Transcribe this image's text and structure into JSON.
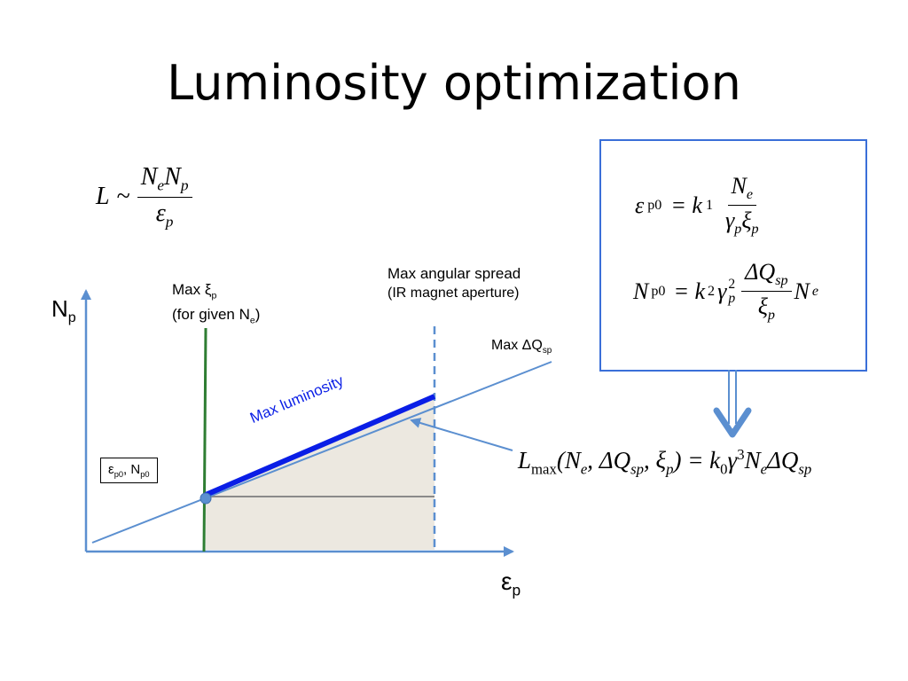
{
  "title": "Luminosity optimization",
  "formula_L": {
    "lhs": "L",
    "op": "~",
    "num_a": "N",
    "num_a_sub": "e",
    "num_b": "N",
    "num_b_sub": "p",
    "den": "ε",
    "den_sub": "p"
  },
  "box": {
    "eq1": {
      "lhs": "ε",
      "lhs_sub": "p0",
      "eq": "= k",
      "k_sub": "1",
      "num": "N",
      "num_sub": "e",
      "den_a": "γ",
      "den_a_sub": "p",
      "den_b": "ξ",
      "den_b_sub": "p"
    },
    "eq2": {
      "lhs": "N",
      "lhs_sub": "p0",
      "eq": "= k",
      "k_sub": "2",
      "gamma": "γ",
      "gamma_sup": "2",
      "gamma_sub": "p",
      "num": "ΔQ",
      "num_sub": "sp",
      "den": "ξ",
      "den_sub": "p",
      "tail": "N",
      "tail_sub": "e"
    },
    "color": "#3a6fd8"
  },
  "formula_Lmax": {
    "a": "L",
    "a_sub": "max",
    "b": "(N",
    "b_sub": "e",
    "c": ", ΔQ",
    "c_sub": "sp",
    "d": ", ξ",
    "d_sub": "p",
    "e": ") = k",
    "e_sub": "0",
    "f": "γ",
    "f_sup": "3",
    "g": "N",
    "g_sub": "e",
    "h": "ΔQ",
    "h_sub": "sp"
  },
  "axes": {
    "y_main": "N",
    "y_sub": "p",
    "x_main": "ε",
    "x_sub": "p",
    "color": "#5b8fd0"
  },
  "labels": {
    "max_xi": "Max ξ",
    "max_xi_sub": "p",
    "given_ne_pre": "(for given N",
    "given_ne_sub": "e",
    "given_ne_post": ")",
    "max_ang": "Max angular spread",
    "ir_mag": "(IR magnet aperture)",
    "max_dq": "Max ΔQ",
    "max_dq_sub": "sp",
    "max_lum": "Max luminosity",
    "op_a": "ε",
    "op_a_sub": "p0",
    "op_b": ", N",
    "op_b_sub": "p0"
  },
  "colors": {
    "green_line": "#2e7d32",
    "thick_blue": "#0a1ee6",
    "shade": "#ece8e0",
    "arrow_down": "#5b8fd0"
  }
}
